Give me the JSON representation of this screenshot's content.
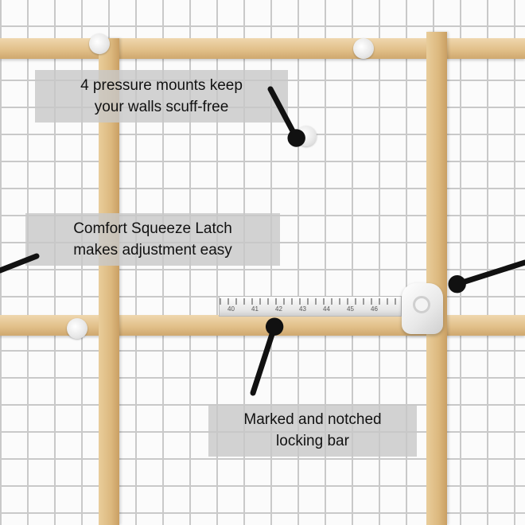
{
  "callouts": [
    {
      "id": "pressure-mounts",
      "lines": [
        "4 pressure mounts keep",
        "your walls scuff-free"
      ]
    },
    {
      "id": "comfort-latch",
      "lines": [
        "Comfort Squeeze Latch",
        "makes adjustment easy"
      ]
    },
    {
      "id": "locking-bar",
      "lines": [
        "Marked and notched",
        "locking bar"
      ]
    }
  ],
  "locking_bar_marks": [
    "40",
    "41",
    "42",
    "43",
    "44",
    "45",
    "46"
  ],
  "colors": {
    "wood": "#e2c08a",
    "mesh": "#c9c9c9",
    "label_bg": "#c8c8c8",
    "arrow": "#111111"
  }
}
